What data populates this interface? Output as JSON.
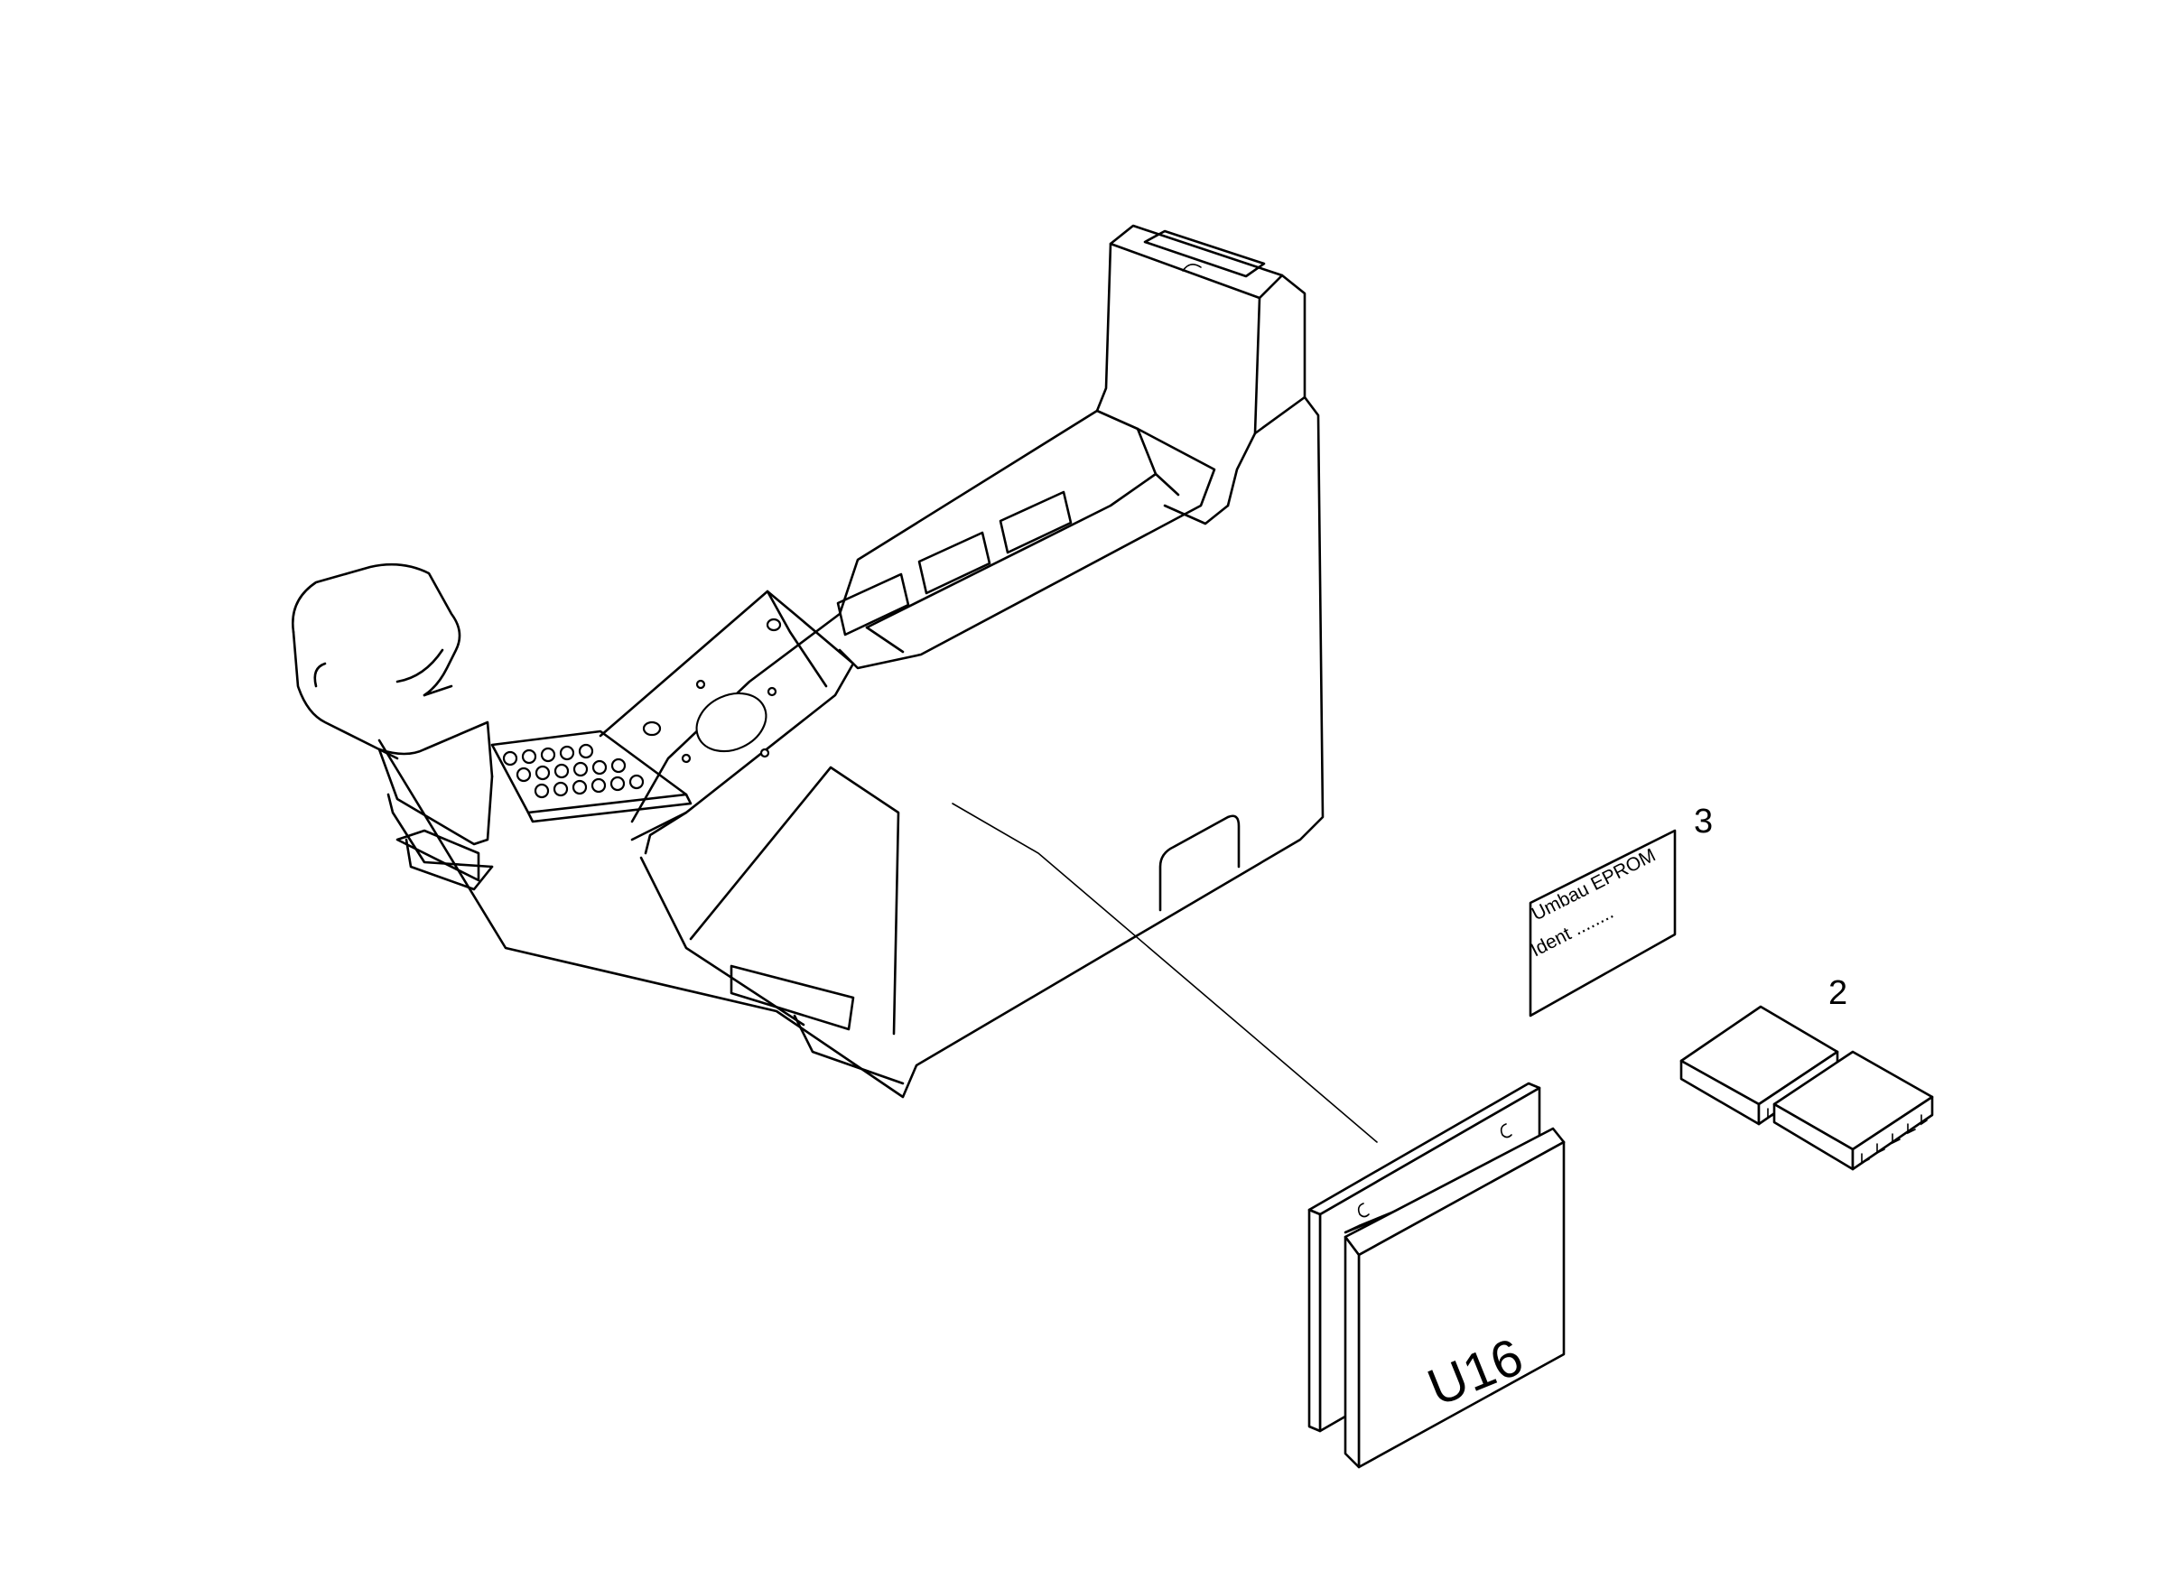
{
  "callouts": {
    "item_2": "2",
    "item_3": "3"
  },
  "label_plate": {
    "line_1": "Umbau EPROM",
    "line_2": "Ident ........"
  },
  "module": {
    "label": "U16"
  }
}
